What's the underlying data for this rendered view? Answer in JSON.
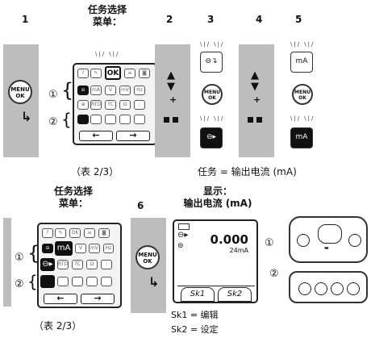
{
  "top": {
    "step1": "1",
    "menu_title": "任务选择\n菜单：",
    "step2": "2",
    "step3": "3",
    "step4": "4",
    "step5": "5",
    "menu_caption": "（表 2/3）",
    "task_caption": "任务 = 输出电流 (mA)"
  },
  "bottom": {
    "menu_title": "任务选择\n菜单：",
    "step6": "6",
    "display_title": "显示：\n输出电流 (mA)",
    "menu_caption": "（表 2/3）",
    "sk1_note": "Sk1 = 编辑",
    "sk2_note": "Sk2 = 设定"
  },
  "keys": {
    "menu_ok": "MENU\nOK",
    "ok": "OK",
    "ma": "mA",
    "v": "V",
    "mv": "mV",
    "hz": "Hz",
    "rtd": "RTD",
    "tc": "TC",
    "ohm": "Ω",
    "plus": "+"
  },
  "display": {
    "reading": "0.000",
    "unit": "24mA",
    "sk1": "Sk1",
    "sk2": "Sk2"
  },
  "callouts": {
    "one": "①",
    "two": "②"
  },
  "colors": {
    "panel_gray": "#bdbdbd",
    "dark_key": "#111111"
  }
}
